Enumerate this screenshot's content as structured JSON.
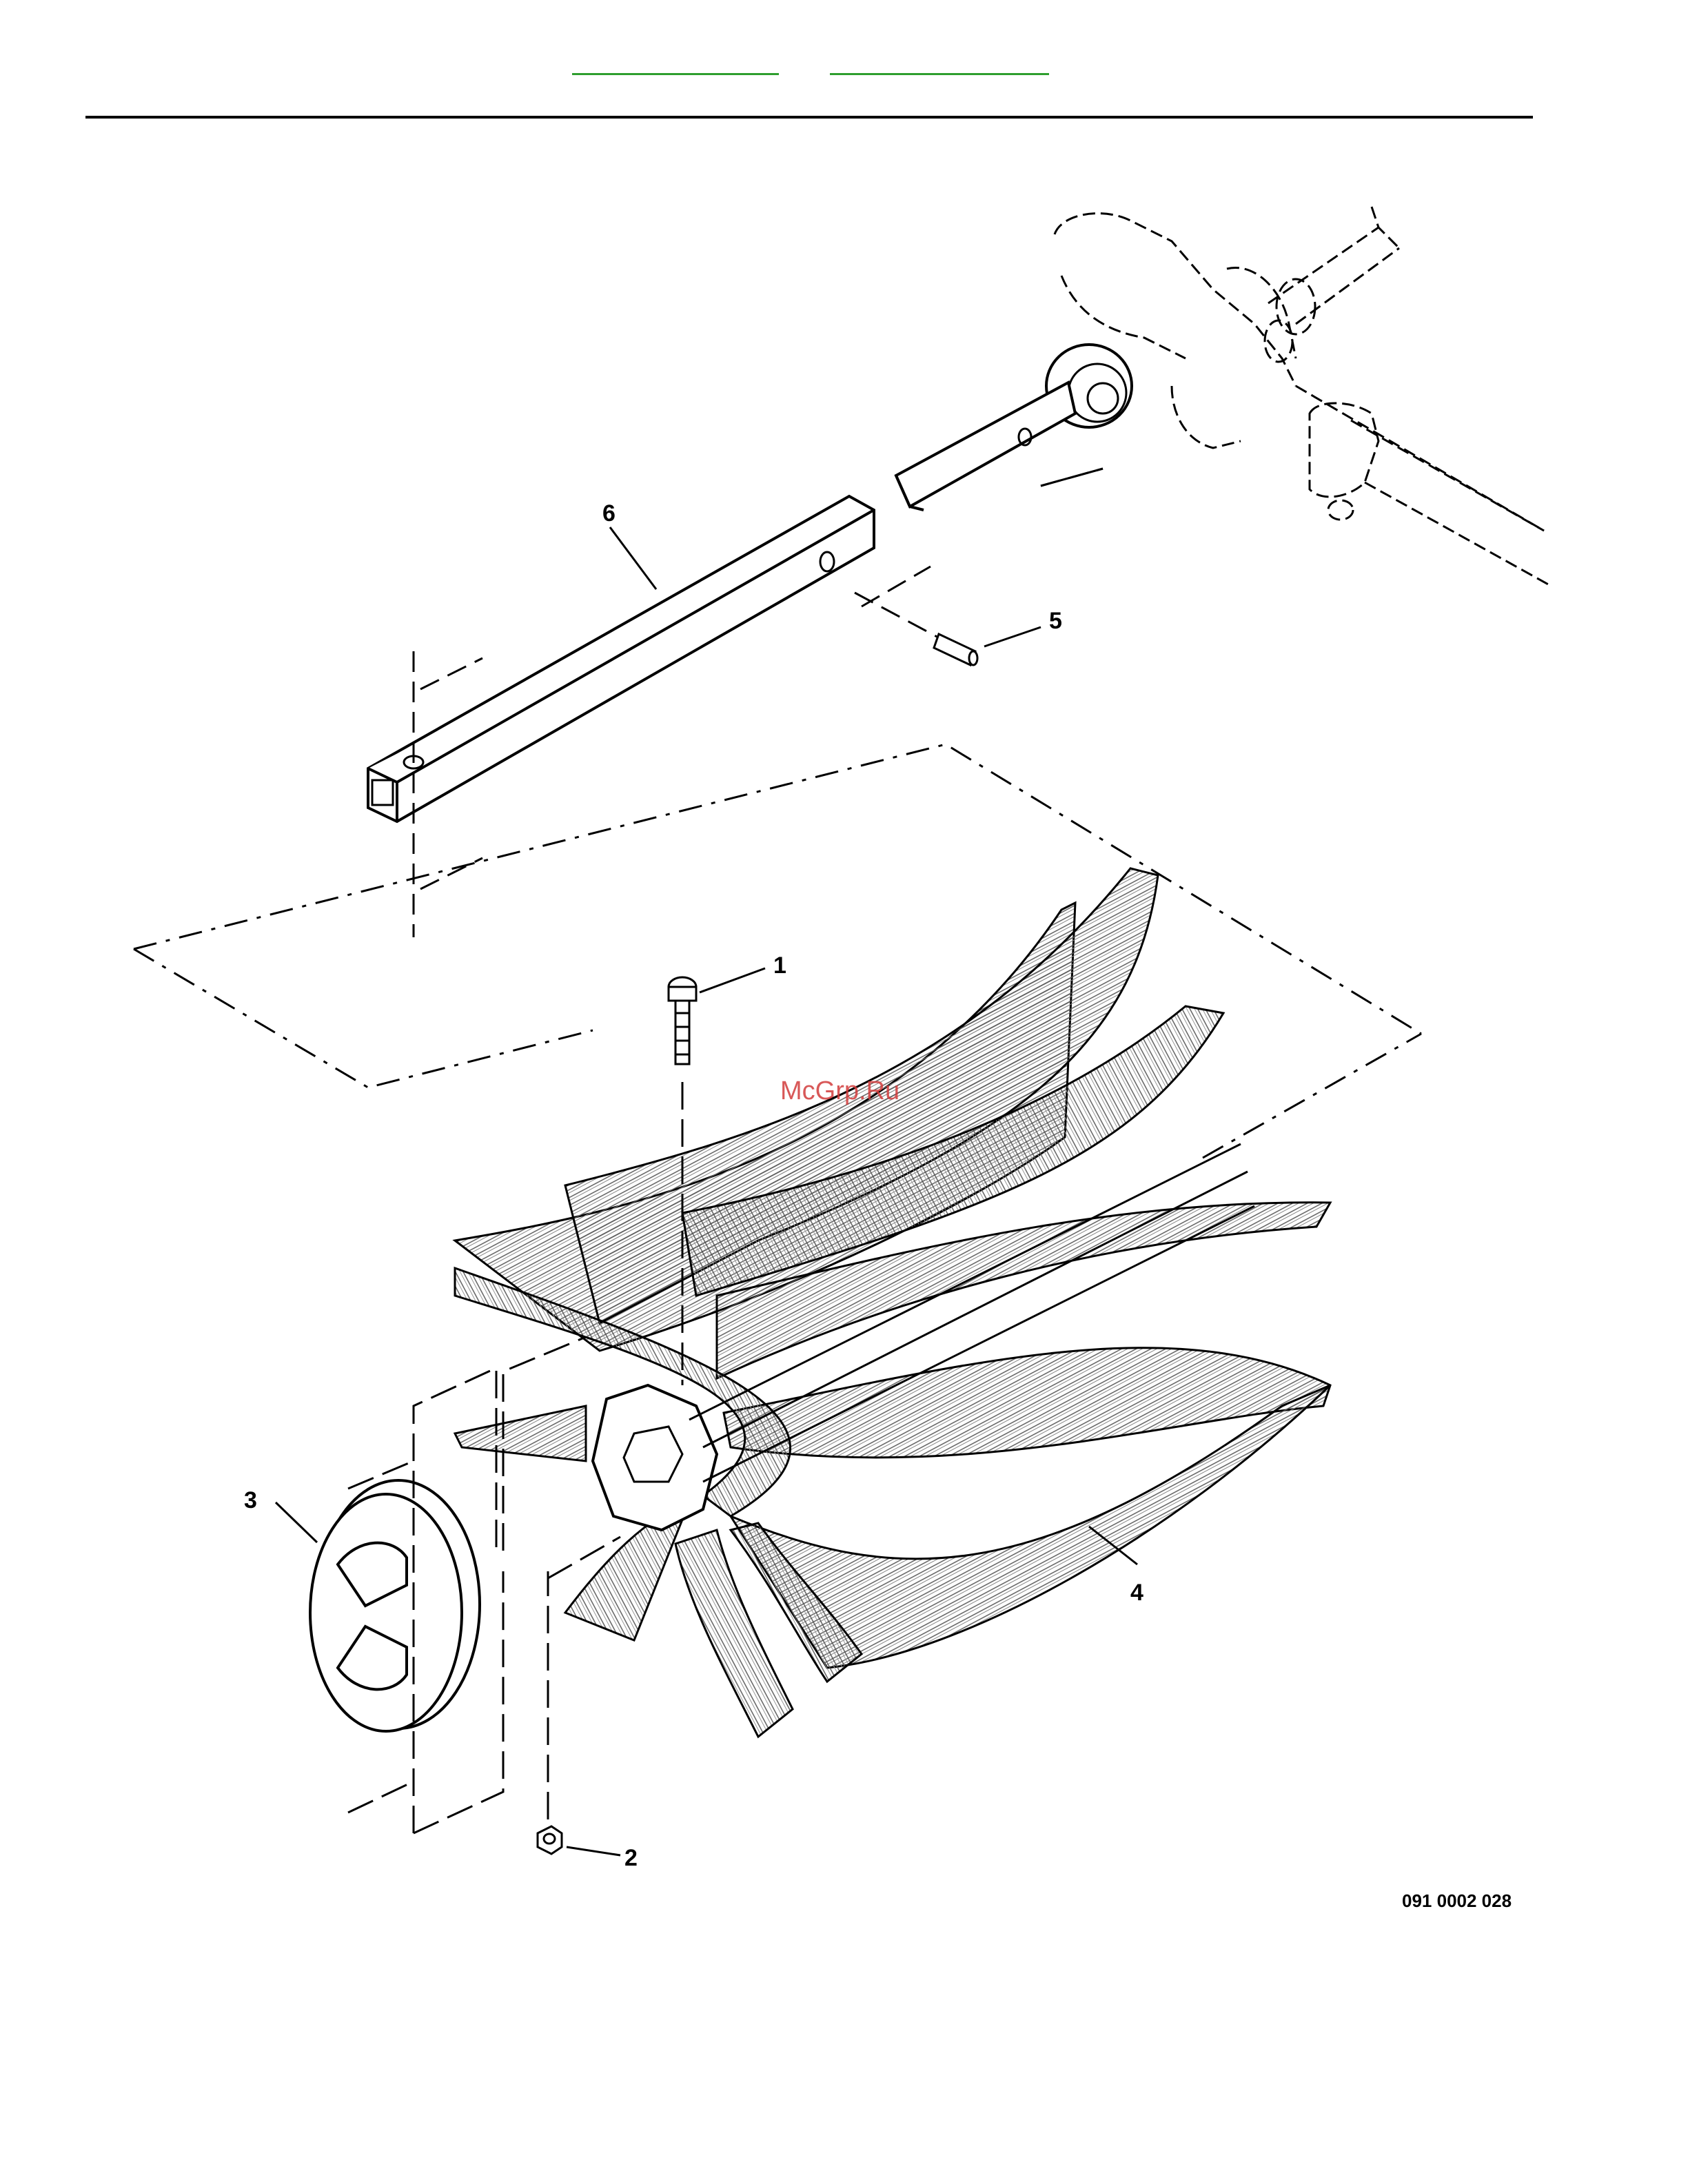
{
  "header": {
    "link_left": "",
    "link_right": "",
    "accent_color": "#2e9e2e"
  },
  "callouts": [
    "1",
    "2",
    "3",
    "4",
    "5",
    "6"
  ],
  "figure_number": "091 0002 028",
  "watermark": "McGrp.Ru",
  "icons": {
    "bolt": "bolt-icon",
    "nut": "nut-icon",
    "pin": "roll-pin-icon",
    "shaft": "square-shaft-icon",
    "disc": "end-disc-icon",
    "brush": "brush-rotor-icon",
    "gearbox": "gearbox-icon"
  }
}
